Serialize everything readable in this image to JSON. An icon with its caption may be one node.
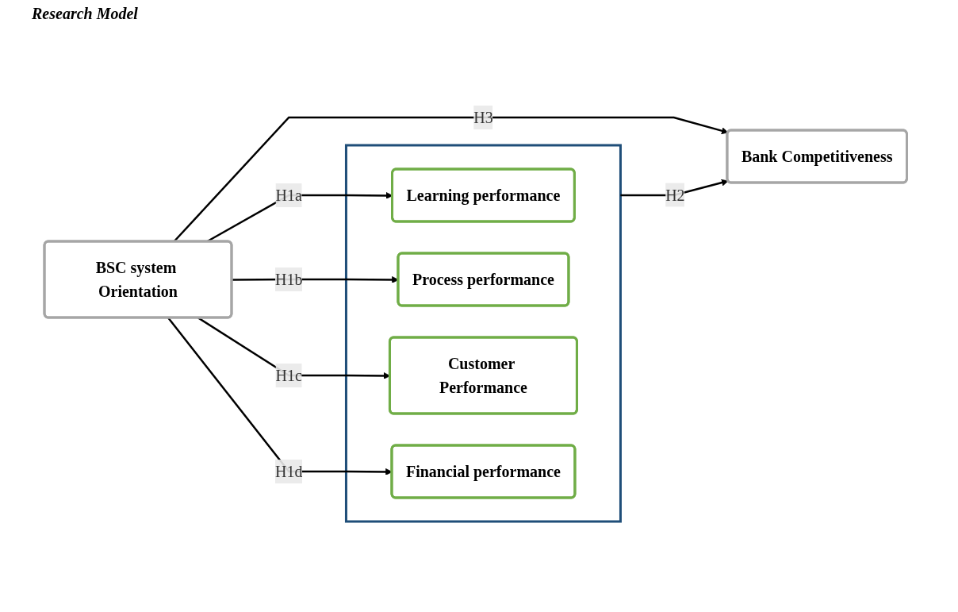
{
  "diagram": {
    "title": "Research Model",
    "nodes": [
      {
        "text": [
          "BSC system Orientation"
        ]
      },
      {
        "text": [],
        "shape": "box"
      },
      {
        "text": [
          "Learning performance"
        ],
        "in": 1
      },
      {
        "text": [
          "Process performance"
        ],
        "in": 1
      },
      {
        "text": [
          "Customer Performance"
        ],
        "in": 1
      },
      {
        "text": [
          "Financial performance"
        ],
        "in": 1
      },
      {
        "text": [
          "Bank Competitiveness"
        ]
      }
    ],
    "edges": [
      {
        "from": 0,
        "to": 2,
        "arrow": "to",
        "label": "H1a"
      },
      {
        "from": 0,
        "to": 3,
        "arrow": "to",
        "label": "H1b"
      },
      {
        "from": 0,
        "to": 4,
        "arrow": "to",
        "label": "H1c"
      },
      {
        "from": 0,
        "to": 5,
        "arrow": "to",
        "label": "H1d"
      },
      {
        "from": 1,
        "to": 6,
        "arrow": "to",
        "label": "H2"
      },
      {
        "from": 0,
        "to": 6,
        "arrow": "to",
        "label": "H3"
      }
    ]
  }
}
